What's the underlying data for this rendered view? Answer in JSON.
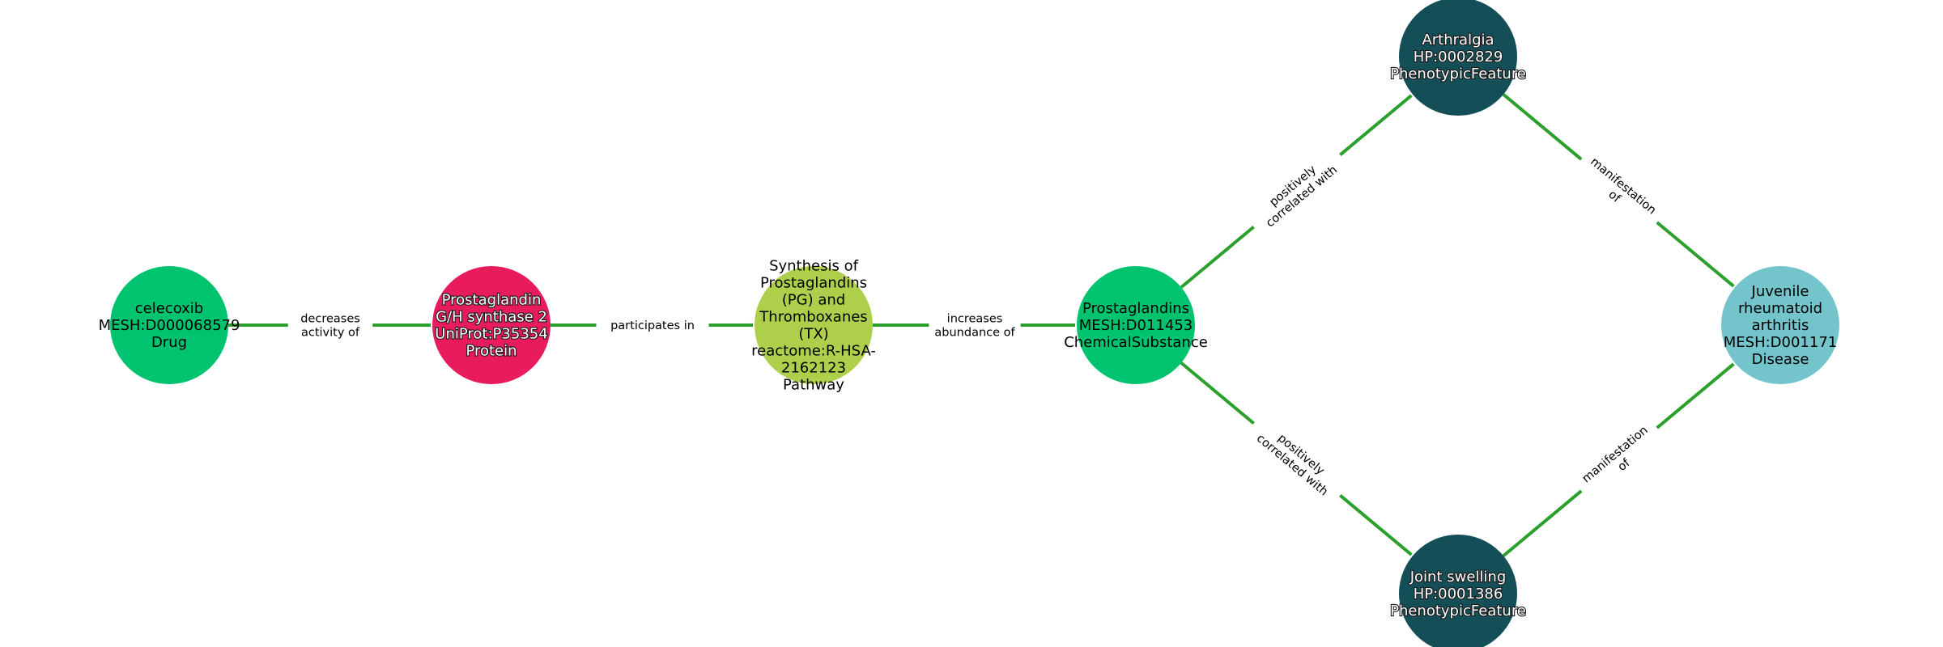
{
  "nodes": [
    {
      "id": "celecoxib",
      "lines": [
        "celecoxib",
        "MESH:D000068579",
        "Drug"
      ],
      "color": "#00c36f",
      "text_style": "light"
    },
    {
      "id": "ptgs2",
      "lines": [
        "Prostaglandin",
        "G/H synthase 2",
        "UniProt:P35354",
        "Protein"
      ],
      "color": "#e81b5d",
      "text_style": "dark"
    },
    {
      "id": "pathway",
      "lines": [
        "Synthesis of",
        "Prostaglandins",
        "(PG) and",
        "Thromboxanes",
        "(TX)",
        "reactome:R-HSA-",
        "2162123",
        "Pathway"
      ],
      "color": "#aecf4b",
      "text_style": "light"
    },
    {
      "id": "prostaglandins",
      "lines": [
        "Prostaglandins",
        "MESH:D011453",
        "ChemicalSubstance"
      ],
      "color": "#00c36f",
      "text_style": "light"
    },
    {
      "id": "arthralgia",
      "lines": [
        "Arthralgia",
        "HP:0002829",
        "PhenotypicFeature"
      ],
      "color": "#144e57",
      "text_style": "dark"
    },
    {
      "id": "joint_swelling",
      "lines": [
        "Joint swelling",
        "HP:0001386",
        "PhenotypicFeature"
      ],
      "color": "#144e57",
      "text_style": "dark"
    },
    {
      "id": "jra",
      "lines": [
        "Juvenile",
        "rheumatoid",
        "arthritis",
        "MESH:D001171",
        "Disease"
      ],
      "color": "#74c4cb",
      "text_style": "light"
    }
  ],
  "edges": [
    {
      "source": "celecoxib",
      "target": "ptgs2",
      "label_lines": [
        "decreases",
        "activity of"
      ]
    },
    {
      "source": "ptgs2",
      "target": "pathway",
      "label_lines": [
        "participates in"
      ]
    },
    {
      "source": "pathway",
      "target": "prostaglandins",
      "label_lines": [
        "increases",
        "abundance of"
      ]
    },
    {
      "source": "prostaglandins",
      "target": "arthralgia",
      "label_lines": [
        "positively",
        "correlated with"
      ]
    },
    {
      "source": "prostaglandins",
      "target": "joint_swelling",
      "label_lines": [
        "positively",
        "correlated with"
      ]
    },
    {
      "source": "arthralgia",
      "target": "jra",
      "label_lines": [
        "manifestation",
        "of"
      ]
    },
    {
      "source": "joint_swelling",
      "target": "jra",
      "label_lines": [
        "manifestation",
        "of"
      ]
    }
  ],
  "edge_color": "#2ca02c"
}
